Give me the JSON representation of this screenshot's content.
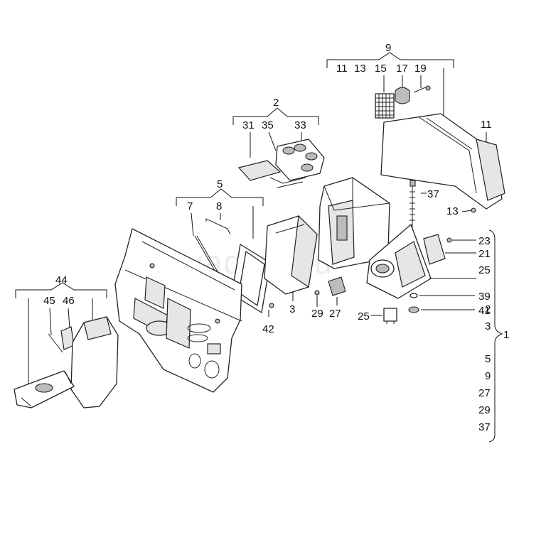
{
  "watermark": "vagtec.ru",
  "callouts": {
    "group_9": "9",
    "c11a": "11",
    "c13a": "13",
    "c15": "15",
    "c17": "17",
    "c19": "19",
    "c11b": "11",
    "c13b": "13",
    "group_2": "2",
    "c31": "31",
    "c35": "35",
    "c33": "33",
    "group_5": "5",
    "c7": "7",
    "c8": "8",
    "c37": "37",
    "c23": "23",
    "c21": "21",
    "c25a": "25",
    "c39": "39",
    "c41": "41",
    "c25b": "25",
    "c3": "3",
    "c29": "29",
    "c27": "27",
    "c42": "42",
    "group_44": "44",
    "c45": "45",
    "c46": "46"
  },
  "assembly_list": {
    "label": "1",
    "items": [
      "2",
      "3",
      "5",
      "9",
      "27",
      "29",
      "37"
    ]
  }
}
